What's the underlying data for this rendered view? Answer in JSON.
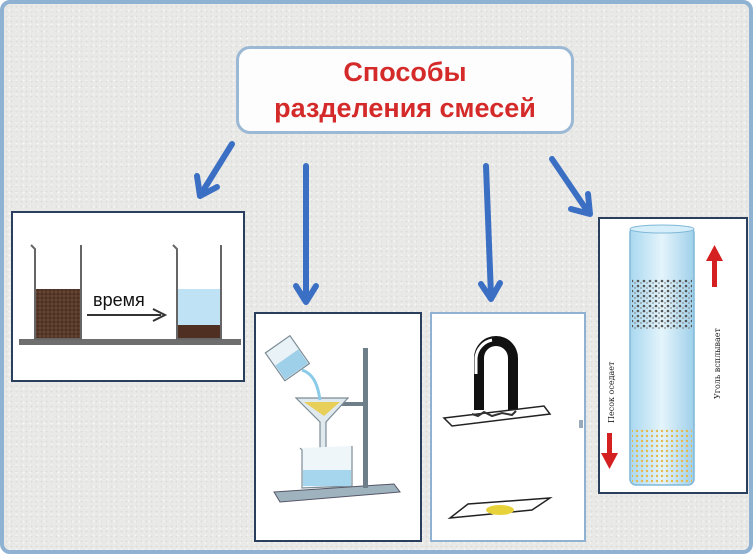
{
  "title": {
    "line1": "Способы",
    "line2": "разделения смесей"
  },
  "panels": {
    "settling": {
      "arrow_label": "время"
    },
    "flotation": {
      "sand_label": "Песок оседает",
      "coal_label": "Уголь всплывает"
    }
  },
  "colors": {
    "title_text": "#d42a2a",
    "arrow": "#3b6fc4",
    "frame": "#8fb2d2",
    "up_down_arrows": "#d42020"
  }
}
